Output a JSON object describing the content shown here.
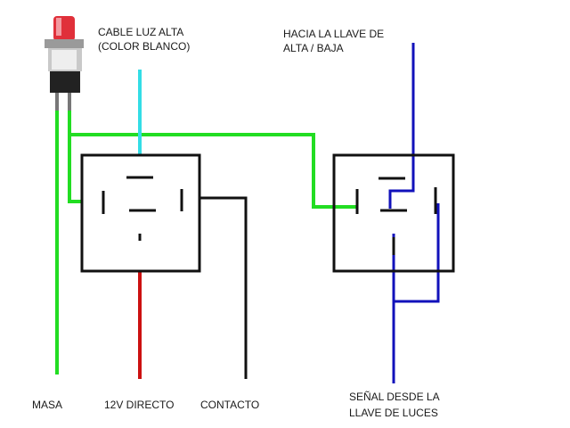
{
  "labels": {
    "cable_luz_alta_1": "CABLE LUZ ALTA",
    "cable_luz_alta_2": "(COLOR BLANCO)",
    "hacia_1": "HACIA LA LLAVE DE",
    "hacia_2": "ALTA / BAJA",
    "masa": "MASA",
    "directo": "12V DIRECTO",
    "contacto": "CONTACTO",
    "senal_1": "SEÑAL DESDE LA",
    "senal_2": "LLAVE DE LUCES"
  },
  "colors": {
    "green": "#22dd22",
    "cyan": "#33dde6",
    "red": "#cc1111",
    "black": "#111111",
    "blue": "#1111bb",
    "button_red": "#e0303a"
  },
  "icons": {
    "switch": "push-button-switch-icon"
  }
}
